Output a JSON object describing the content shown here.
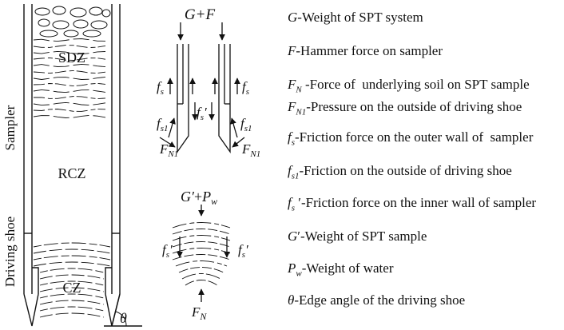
{
  "figure": {
    "vertical_labels": {
      "sampler": "Sampler",
      "driving_shoe": "Driving shoe"
    },
    "zones": {
      "sdz": "SDZ",
      "rcz": "RCZ",
      "cz": "CZ"
    },
    "angle_symbol": "θ",
    "top_force_label": "G+F",
    "force_labels": {
      "fs": "f",
      "fs_sub": "s",
      "fs_prime": "f",
      "fs_prime_sub": "s",
      "prime": "′",
      "fs1": "f",
      "fs1_sub": "s1",
      "fn1": "F",
      "fn1_sub": "N1"
    },
    "sample_top_label": {
      "g": "G",
      "prime": "′",
      "plus": "+",
      "p": "P",
      "p_sub": "w"
    },
    "sample_bottom_label": {
      "f": "F",
      "sub": "N"
    }
  },
  "legend": [
    {
      "sym": "G",
      "sub": "",
      "prime": "",
      "text": "-Weight of SPT system"
    },
    {
      "sym": "F",
      "sub": "",
      "prime": "",
      "text": "-Hammer force on sampler"
    },
    {
      "sym": "F",
      "sub": "N",
      "prime": "",
      "text": " -Force of  underlying soil on SPT sample"
    },
    {
      "sym": "F",
      "sub": "N1",
      "prime": "",
      "text": "-Pressure on the outside of driving shoe"
    },
    {
      "sym": "f",
      "sub": "s",
      "prime": "",
      "text": "-Friction force on the outer wall of  sampler"
    },
    {
      "sym": "f",
      "sub": "s1",
      "prime": "",
      "text": "-Friction on the outside of driving shoe"
    },
    {
      "sym": "f",
      "sub": "s",
      "prime": " ′",
      "text": "-Friction force on the inner wall of sampler"
    },
    {
      "sym": "G",
      "sub": "",
      "prime": "′",
      "text": "-Weight of SPT sample"
    },
    {
      "sym": "P",
      "sub": "w",
      "prime": "",
      "text": "-Weight of water"
    },
    {
      "sym": "θ",
      "sub": "",
      "prime": "",
      "text": "-Edge angle of the driving shoe"
    }
  ]
}
